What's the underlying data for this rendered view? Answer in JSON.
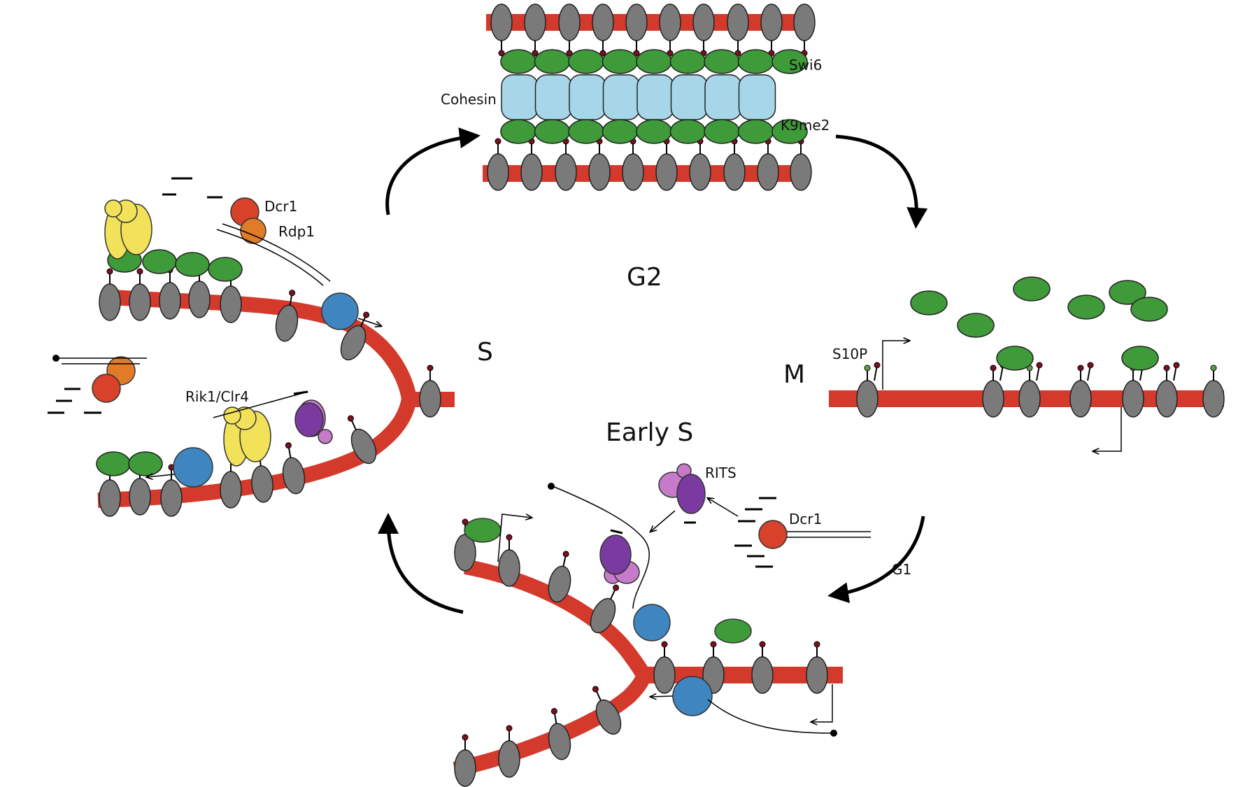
{
  "labels": {
    "g2": "G2",
    "s": "S",
    "m": "M",
    "early_s": "Early S",
    "g1": "G1",
    "swi6": "Swi6",
    "cohesin": "Cohesin",
    "k9me2": "K9me2",
    "dcr1_s": "Dcr1",
    "rdp1": "Rdp1",
    "rik1_clr4": "Rik1/Clr4",
    "s10p": "S10P",
    "rits": "RITS",
    "dcr1_early": "Dcr1"
  },
  "colors": {
    "dna": "#d43a2c",
    "nucleosome": "#7a7a7a",
    "swi6": "#3f9a3a",
    "cohesin": "#a7d6e9",
    "polymerase": "#3f86c1",
    "dcr1": "#d8412a",
    "rdp1": "#e07b27",
    "clr4": "#f1e25a",
    "rits": "#7a3aa0",
    "rits_light": "#c77ac9",
    "k9_tip": "#7a1020",
    "s10p_tip": "#5aa04a"
  }
}
